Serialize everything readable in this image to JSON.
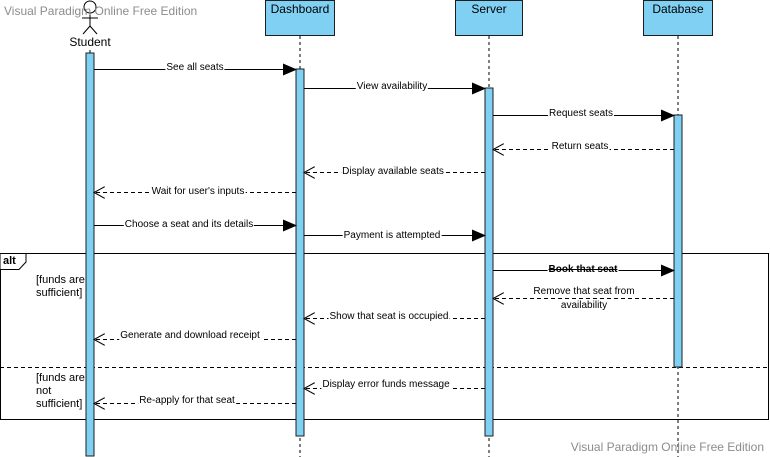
{
  "watermarks": {
    "top": "Visual Paradigm Online Free Edition",
    "bottom": "Visual Paradigm Online Free Edition"
  },
  "participants": {
    "student": "Student",
    "dashboard": "Dashboard",
    "server": "Server",
    "database": "Database"
  },
  "messages": {
    "see_all_seats": "See all seats",
    "view_availability": "View availability",
    "request_seats": "Request seats",
    "return_seats": "Return seats",
    "display_available_seats": "Display available seats",
    "wait_for_inputs": "Wait for user's inputs",
    "choose_seat": "Choose a seat and its details",
    "payment_attempted": "Payment is attempted",
    "book_that_seat": "Book that seat",
    "remove_seat_line1": "Remove that seat from",
    "remove_seat_line2": "availability",
    "show_seat_occupied": "Show that seat is occupied",
    "generate_receipt": "Generate and download receipt",
    "display_error": "Display error funds message",
    "reapply": "Re-apply for that seat"
  },
  "fragment": {
    "operator": "alt",
    "guard1_line1": "[funds are",
    "guard1_line2": "sufficient]",
    "guard2_line1": "[funds are",
    "guard2_line2": "not",
    "guard2_line3": "sufficient]"
  },
  "colors": {
    "lifeline_fill": "#7fd0f3",
    "border": "#1e1e1e",
    "watermark": "#8c8c8c"
  }
}
